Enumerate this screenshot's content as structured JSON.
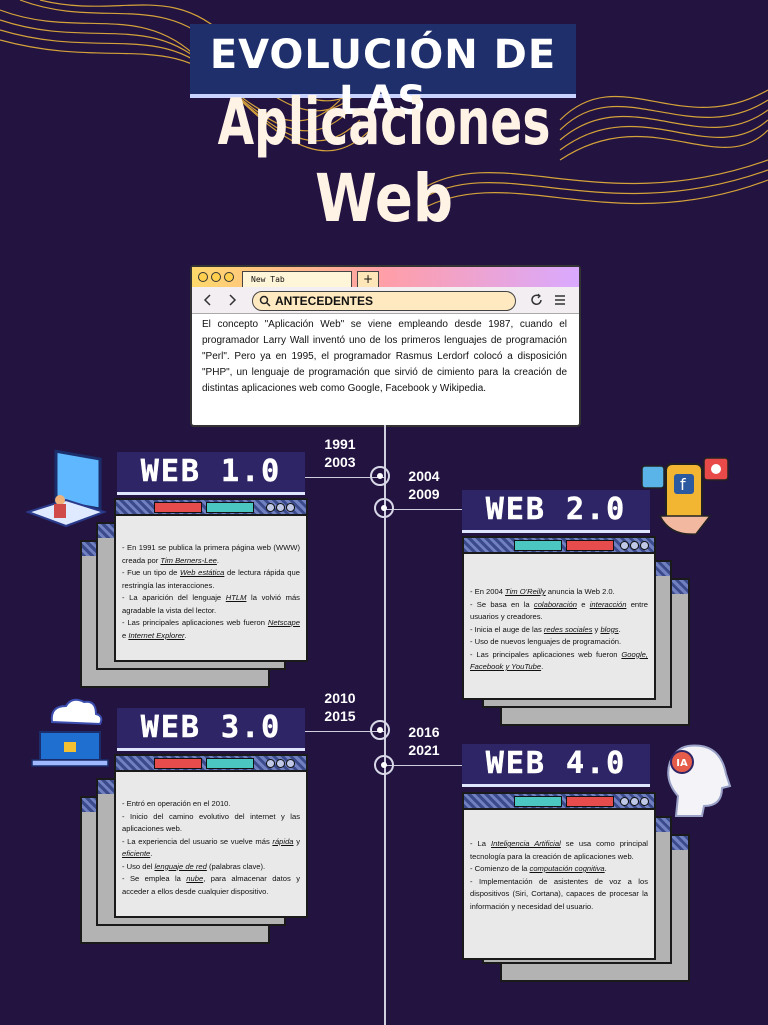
{
  "title": {
    "line1": "EVOLUCIÓN DE LAS",
    "line2": "Aplicaciones",
    "line3": "Web"
  },
  "browser": {
    "tab": "New Tab",
    "plus": "+",
    "search_label": "ANTECEDENTES",
    "body": "El concepto \"Aplicación Web\" se viene empleando desde 1987, cuando el programador Larry Wall inventó uno de los primeros lenguajes de programación \"Perl\". Pero ya en 1995, el programador Rasmus Lerdorf colocó a disposición \"PHP\", un lenguaje de programación que sirvió de cimiento para la creación de distintas aplicaciones web como Google, Facebook y Wikipedia."
  },
  "eras": [
    {
      "label": "WEB 1.0",
      "year_start": "1991",
      "year_end": "2003",
      "items": [
        "- En 1991 se publica la primera página web (WWW) creada por <i>Tim Berners-Lee</i>.",
        "- Fue un tipo de <i>Web estática</i> de lectura rápida que restringía las interacciones.",
        "- La aparición del lenguaje <i>HTLM</i> la volvió más agradable la vista del lector.",
        "- Las principales aplicaciones web fueron <i>Netscape</i> e <i>Internet Explorer</i>."
      ]
    },
    {
      "label": "WEB 2.0",
      "year_start": "2004",
      "year_end": "2009",
      "items": [
        "- En 2004 <i>Tim O'Reilly</i> anuncia la Web 2.0.",
        "- Se basa en la <i>colaboración</i> e <i>interacción</i> entre usuarios y creadores.",
        "- Inicia el auge de las <i>redes sociales</i> y <i>blogs</i>.",
        "- Uso de nuevos lenguajes de programación.",
        "- Las principales aplicaciones web fueron <i>Google, Facebook y YouTube</i>."
      ]
    },
    {
      "label": "WEB 3.0",
      "year_start": "2010",
      "year_end": "2015",
      "items": [
        "- Entró en operación en el 2010.",
        "- Inicio del camino evolutivo del internet y las aplicaciones web.",
        "- La experiencia del usuario se vuelve más <i>rápida</i> y <i>eficiente</i>.",
        "- Uso del <i>lenguaje de red</i> (palabras clave).",
        "- Se emplea la <i>nube</i>, para almacenar datos y acceder a ellos desde cualquier dispositivo."
      ]
    },
    {
      "label": "WEB 4.0",
      "year_start": "2016",
      "year_end": "2021",
      "items": [
        "- La <i>Inteligencia Artificial</i> se usa como principal tecnología para la creación de aplicaciones web.",
        "- Comienzo de la <i>computación cognitiva</i>.",
        "- Implementación de asistentes de voz a los dispositivos (Siri, Cortana), capaces de procesar la información y necesidad del usuario."
      ]
    }
  ],
  "icons": {
    "ia_badge": "IA"
  },
  "colors": {
    "background": "#221340",
    "banner": "#1f2f6b",
    "label_box": "#2e2567"
  }
}
